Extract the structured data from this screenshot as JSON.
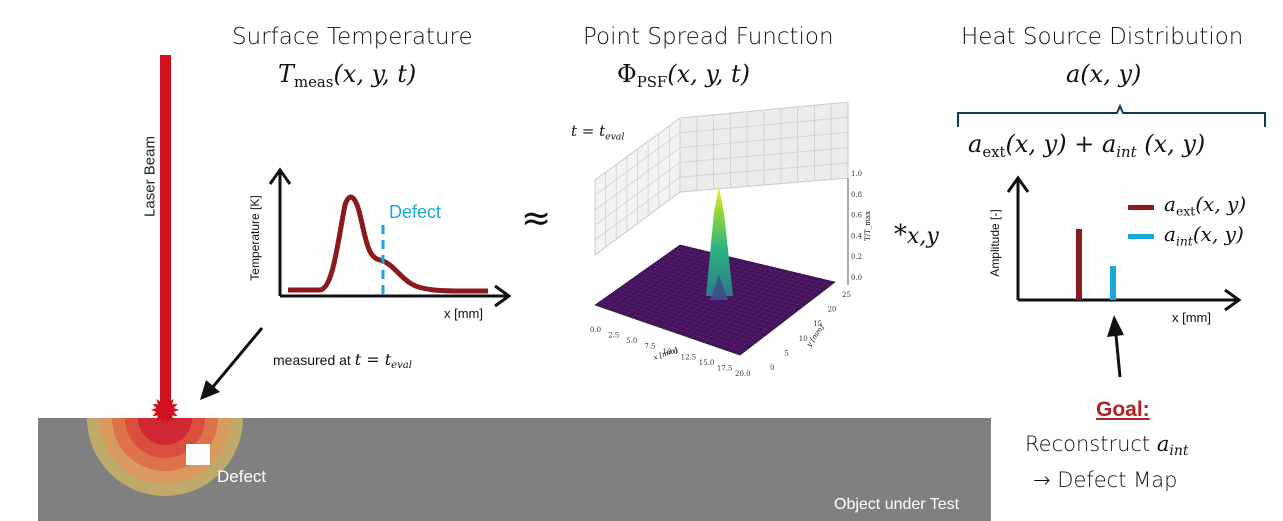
{
  "laser": {
    "label": "Laser Beam"
  },
  "object": {
    "label": "Object under Test",
    "defect_label": "Defect"
  },
  "measured": {
    "prefix": "measured at ",
    "var": "t",
    "eq": " = ",
    "sym": "t",
    "sub": "eval"
  },
  "surface": {
    "title": "Surface Temperature",
    "formula": {
      "sym": "T",
      "sub": "meas",
      "args": "(x, y, t)"
    },
    "plot": {
      "ylabel": "Temperature [K]",
      "xlabel": "x [mm]",
      "defect_label": "Defect"
    }
  },
  "approx_symbol": "≈",
  "psf": {
    "title": "Point Spread Function",
    "formula": {
      "sym": "Φ",
      "sub": "PSF",
      "args": "(x, y, t)"
    },
    "time_label": {
      "var": "t",
      "eq": " = ",
      "sym": "t",
      "sub": "eval"
    },
    "x_ticks": [
      "0.0",
      "2.5",
      "5.0",
      "7.5",
      "10.0",
      "12.5",
      "15.0",
      "17.5",
      "20.0"
    ],
    "y_ticks": [
      "0",
      "5",
      "10",
      "15",
      "20",
      "25"
    ],
    "z_ticks": [
      "0.0",
      "0.2",
      "0.4",
      "0.6",
      "0.8",
      "1.0"
    ],
    "xlabel": "x [mm]",
    "ylabel": "y [mm]",
    "zlabel": "T/T_max"
  },
  "convolution": {
    "star": "*",
    "sub": "x,y"
  },
  "heat": {
    "title": "Heat Source Distribution",
    "formula": "a(x, y)",
    "sum": {
      "a1": "a",
      "s1": "ext",
      "args1": "(x, y)",
      "plus": " + ",
      "a2": "a",
      "s2": "int",
      "args2": " (x, y)"
    },
    "plot": {
      "ylabel": "Amplitude [-]",
      "xlabel": "x [mm]",
      "legend": [
        {
          "sym": "a",
          "sub": "ext",
          "args": "(x, y)",
          "color": "#8b1a1f"
        },
        {
          "sym": "a",
          "sub": "int",
          "args": "(x, y)",
          "color": "#1aa7e0"
        }
      ]
    }
  },
  "goal": {
    "heading": "Goal:",
    "line1": "Reconstruct ",
    "sym": "a",
    "sub": "int",
    "line2": "→ Defect Map"
  },
  "colors": {
    "laser": "#d0101e",
    "curve": "#8b1a1f",
    "defect_line": "#1aa7e0",
    "goal": "#b22222",
    "object": "#808080"
  }
}
